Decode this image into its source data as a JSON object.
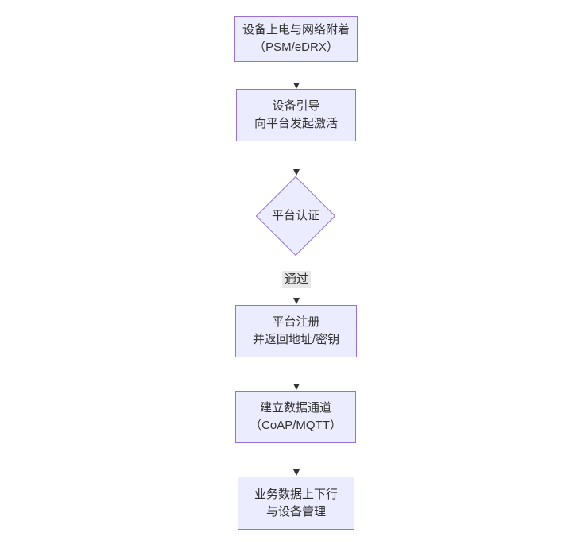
{
  "diagram": {
    "type": "flowchart-top-down",
    "nodes": [
      {
        "id": "power-attach",
        "shape": "rect",
        "label": "设备上电与网络附着\n（PSM/eDRX）"
      },
      {
        "id": "bootstrap",
        "shape": "rect",
        "label": "设备引导\n向平台发起激活"
      },
      {
        "id": "platform-auth",
        "shape": "diamond",
        "label": "平台认证"
      },
      {
        "id": "platform-register",
        "shape": "rect",
        "label": "平台注册\n并返回地址/密钥"
      },
      {
        "id": "data-channel",
        "shape": "rect",
        "label": "建立数据通道\n（CoAP/MQTT）"
      },
      {
        "id": "business-data",
        "shape": "rect",
        "label": "业务数据上下行\n与设备管理"
      }
    ],
    "edges": [
      {
        "from": "power-attach",
        "to": "bootstrap",
        "label": ""
      },
      {
        "from": "bootstrap",
        "to": "platform-auth",
        "label": ""
      },
      {
        "from": "platform-auth",
        "to": "platform-register",
        "label": "通过"
      },
      {
        "from": "platform-register",
        "to": "data-channel",
        "label": ""
      },
      {
        "from": "data-channel",
        "to": "business-data",
        "label": ""
      }
    ],
    "colors": {
      "node_fill": "#ECECFF",
      "node_border": "#9370DB",
      "edge_line": "#333333",
      "edge_label_bg": "#E8E8E8",
      "text": "#333333",
      "background": "#FFFFFF"
    }
  }
}
